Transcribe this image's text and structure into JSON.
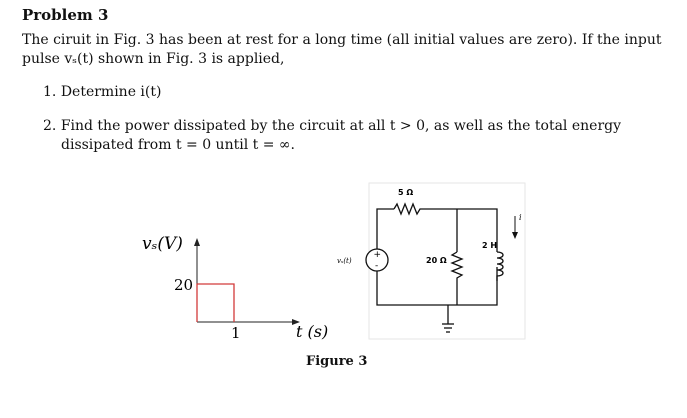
{
  "problem": {
    "heading": "Problem 3",
    "intro_line1": "The ciruit in Fig. 3 has been at rest for a long time (all initial values are zero). If the input",
    "intro_line2": "pulse vₛ(t) shown in Fig. 3 is applied,",
    "item1_number": "1.",
    "item1_text": "Determine i(t)",
    "item2_number": "2.",
    "item2_line1": "Find the power dissipated by the circuit at all t > 0, as well as the total energy",
    "item2_line2": "dissipated from t = 0 until t = ∞."
  },
  "pulse_plot": {
    "y_label": "vₛ(V)",
    "x_label": "t (s)",
    "amplitude_label": "20",
    "width_label": "1",
    "amplitude": 20,
    "duration": 1,
    "pulse_color": "#d23a3a"
  },
  "circuit": {
    "source_label": "vₛ(t)",
    "r1_label": "5 Ω",
    "r2_label": "20 Ω",
    "l_label": "2 H",
    "current_label": "i"
  },
  "figure": {
    "caption": "Figure 3"
  }
}
